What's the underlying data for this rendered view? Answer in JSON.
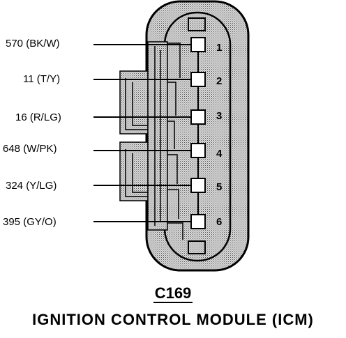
{
  "wires": [
    {
      "label": "570 (BK/W)",
      "pin": "1"
    },
    {
      "label": "11 (T/Y)",
      "pin": "2"
    },
    {
      "label": "16 (R/LG)",
      "pin": "3"
    },
    {
      "label": "648 (W/PK)",
      "pin": "4"
    },
    {
      "label": "324 (Y/LG)",
      "pin": "5"
    },
    {
      "label": "395 (GY/O)",
      "pin": "6"
    }
  ],
  "connector_id": "C169",
  "module_name": "IGNITION CONTROL MODULE (ICM)"
}
